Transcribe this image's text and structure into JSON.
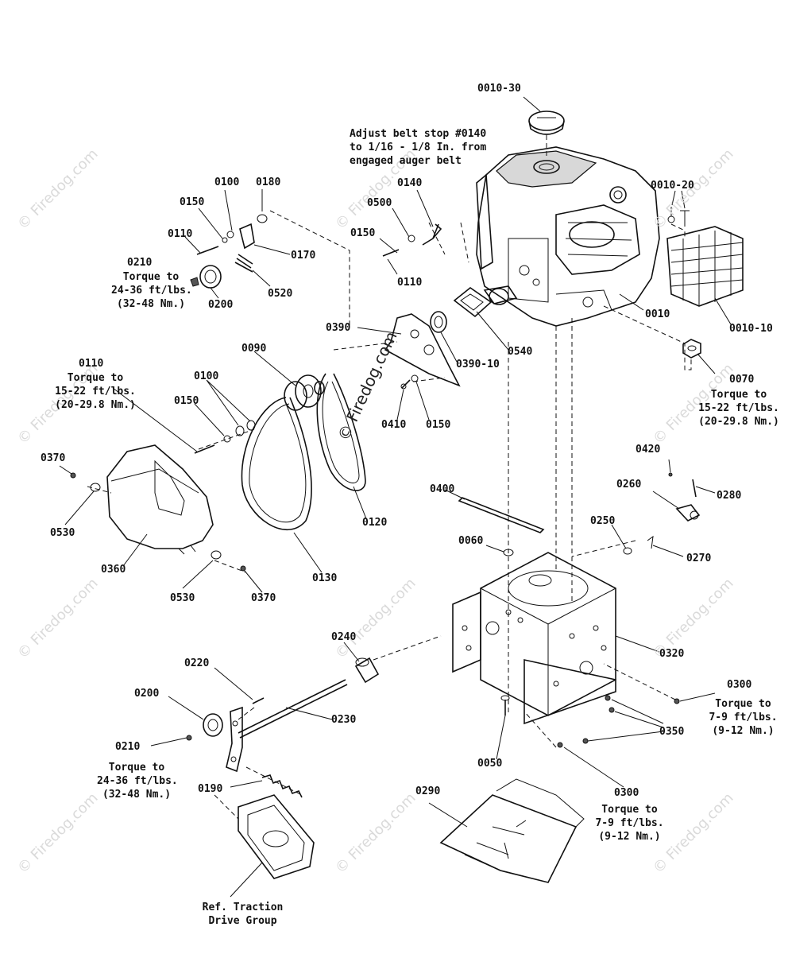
{
  "watermark_text": "© Firedog.com",
  "center_watermark_text": "© Firedog.com",
  "labels": {
    "p0010_30": "0010-30",
    "p0010_20": "0010-20",
    "p0010": "0010",
    "p0010_10": "0010-10",
    "p0070": "0070",
    "p0100_top": "0100",
    "p0180": "0180",
    "p0150_top": "0150",
    "p0110_top": "0110",
    "p0170": "0170",
    "p0210_top": "0210",
    "p0200_top": "0200",
    "p0520": "0520",
    "p0140": "0140",
    "p0500": "0500",
    "p0150_mid": "0150",
    "p0110_mid": "0110",
    "p0390": "0390",
    "p0390_10": "0390-10",
    "p0540": "0540",
    "p0410": "0410",
    "p0150_belt": "0150",
    "p0090": "0090",
    "p0110_left": "0110",
    "p0100_left": "0100",
    "p0150_left": "0150",
    "p0120": "0120",
    "p0130": "0130",
    "p0370_a": "0370",
    "p0530_a": "0530",
    "p0360": "0360",
    "p0530_b": "0530",
    "p0370_b": "0370",
    "p0400": "0400",
    "p0060": "0060",
    "p0420": "0420",
    "p0280": "0280",
    "p0260": "0260",
    "p0250": "0250",
    "p0270": "0270",
    "p0320": "0320",
    "p0240": "0240",
    "p0220": "0220",
    "p0200_bot": "0200",
    "p0230": "0230",
    "p0210_bot": "0210",
    "p0190": "0190",
    "p0050": "0050",
    "p0300_a": "0300",
    "p0350": "0350",
    "p0300_b": "0300",
    "p0290": "0290"
  },
  "notes": {
    "adjust_belt_stop": [
      "Adjust belt stop #0140",
      "to 1/16 - 1/8 In. from",
      "engaged auger belt"
    ],
    "torque_0210_top": [
      "Torque to",
      "24-36 ft/lbs.",
      "(32-48 Nm.)"
    ],
    "torque_0110_left": [
      "Torque to",
      "15-22 ft/lbs.",
      "(20-29.8 Nm.)"
    ],
    "torque_0070": [
      "Torque to",
      "15-22 ft/lbs.",
      "(20-29.8 Nm.)"
    ],
    "torque_0210_bot": [
      "Torque to",
      "24-36 ft/lbs.",
      "(32-48 Nm.)"
    ],
    "torque_0300_a": [
      "Torque to",
      "7-9 ft/lbs.",
      "(9-12 Nm.)"
    ],
    "torque_0300_b": [
      "Torque to",
      "7-9 ft/lbs.",
      "(9-12 Nm.)"
    ],
    "ref_traction": [
      "Ref. Traction",
      "Drive Group"
    ]
  }
}
